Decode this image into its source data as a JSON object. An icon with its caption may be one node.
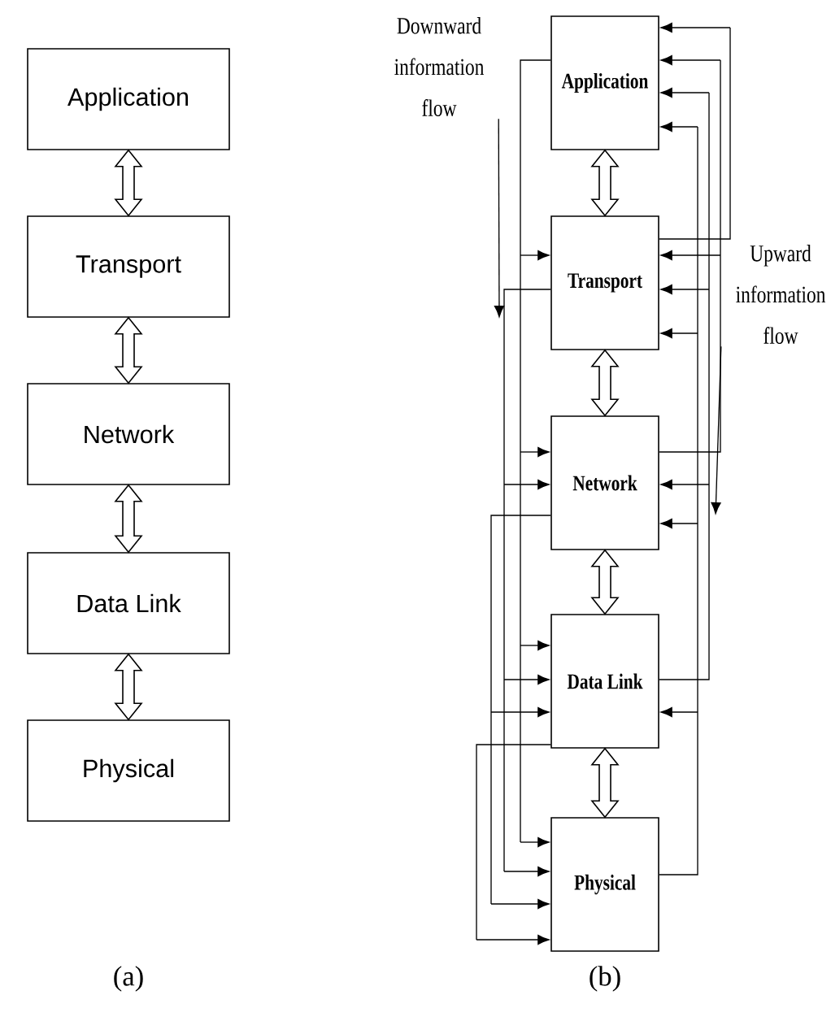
{
  "diagram": {
    "nodes": [
      {
        "text": [
          "Application"
        ]
      },
      {
        "text": [
          "Transport"
        ]
      },
      {
        "text": [
          "Network"
        ]
      },
      {
        "text": [
          "Data Link"
        ]
      },
      {
        "text": [
          "Physical"
        ]
      },
      {
        "text": [
          "Application"
        ]
      },
      {
        "text": [
          "Transport"
        ]
      },
      {
        "text": [
          "Network"
        ]
      },
      {
        "text": [
          "Data Link"
        ]
      },
      {
        "text": [
          "Physical"
        ]
      },
      {
        "text": [
          "Downward information flow"
        ]
      },
      {
        "text": [
          "Upward information flow"
        ]
      }
    ],
    "edges": [
      {
        "from": 0,
        "to": 1,
        "arrow": "both"
      },
      {
        "from": 1,
        "to": 2,
        "arrow": "both"
      },
      {
        "from": 2,
        "to": 3,
        "arrow": "both"
      },
      {
        "from": 3,
        "to": 4,
        "arrow": "both"
      },
      {
        "from": 5,
        "to": 6,
        "arrow": "both"
      },
      {
        "from": 6,
        "to": 7,
        "arrow": "both"
      },
      {
        "from": 7,
        "to": 8,
        "arrow": "both"
      },
      {
        "from": 8,
        "to": 9,
        "arrow": "both"
      },
      {
        "from": 5,
        "to": 6,
        "arrow": "to"
      },
      {
        "from": 5,
        "to": 7,
        "arrow": "to"
      },
      {
        "from": 5,
        "to": 8,
        "arrow": "to"
      },
      {
        "from": 5,
        "to": 9,
        "arrow": "to"
      },
      {
        "from": 6,
        "to": 7,
        "arrow": "to"
      },
      {
        "from": 6,
        "to": 8,
        "arrow": "to"
      },
      {
        "from": 6,
        "to": 9,
        "arrow": "to"
      },
      {
        "from": 7,
        "to": 8,
        "arrow": "to"
      },
      {
        "from": 7,
        "to": 9,
        "arrow": "to"
      },
      {
        "from": 8,
        "to": 9,
        "arrow": "to"
      },
      {
        "from": 6,
        "to": 5,
        "arrow": "to"
      },
      {
        "from": 7,
        "to": 5,
        "arrow": "to"
      },
      {
        "from": 7,
        "to": 6,
        "arrow": "to"
      },
      {
        "from": 8,
        "to": 5,
        "arrow": "to"
      },
      {
        "from": 8,
        "to": 6,
        "arrow": "to"
      },
      {
        "from": 8,
        "to": 7,
        "arrow": "to"
      },
      {
        "from": 9,
        "to": 5,
        "arrow": "to"
      },
      {
        "from": 9,
        "to": 6,
        "arrow": "to"
      },
      {
        "from": 9,
        "to": 7,
        "arrow": "to"
      },
      {
        "from": 9,
        "to": 8,
        "arrow": "to"
      },
      {
        "from": 10,
        "to": null,
        "arrow": "to"
      },
      {
        "from": 11,
        "to": null,
        "arrow": "to"
      }
    ],
    "labels": [
      "(a)",
      "(b)"
    ]
  }
}
